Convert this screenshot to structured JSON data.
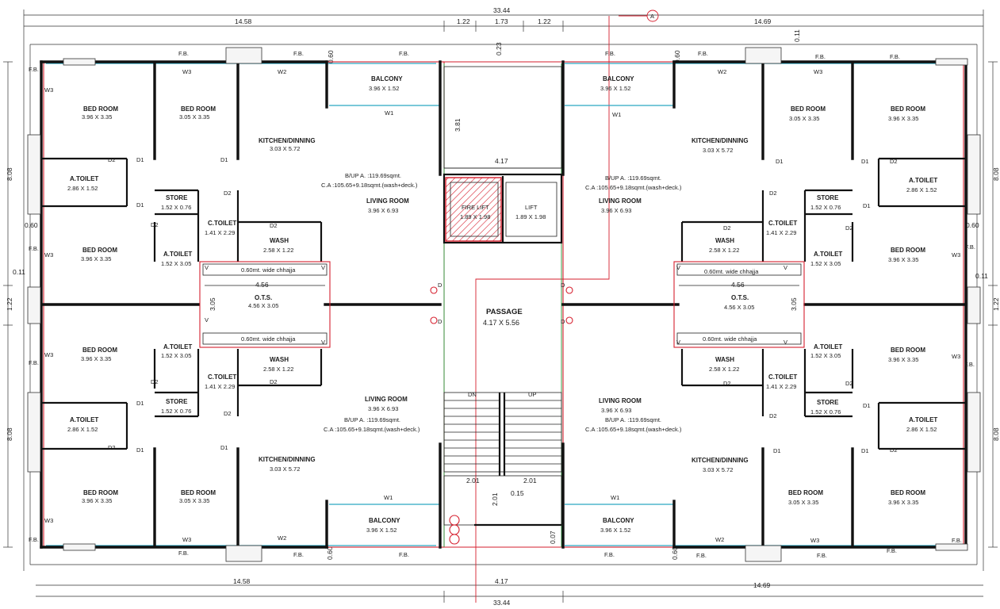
{
  "dims": {
    "top_total": "33.44",
    "top_left_width": "14.58",
    "top_core_a": "1.22",
    "top_core_b": "1.73",
    "top_core_c": "1.22",
    "top_right_width": "14.69",
    "top_011": "0.11",
    "top_023": "0.23",
    "left_upper": "8.08",
    "left_lower": "8.08",
    "left_060": "0.60",
    "left_011": "0.11",
    "left_122": "1.22",
    "right_upper": "8.08",
    "right_lower": "8.08",
    "right_060": "0.60",
    "right_011": "0.11",
    "right_122": "1.22",
    "bottom_total": "33.44",
    "bottom_left_width": "14.58",
    "bottom_core": "4.17",
    "bottom_right_width": "14.69",
    "shaft_height": "3.81",
    "lift_lobby_width": "4.17",
    "stair_left": "2.01",
    "stair_right": "2.01",
    "stair_gap": "0.15",
    "stair_depth": "2.01",
    "top_060_left": "0.60",
    "top_060_right": "0.60",
    "bottom_060_left": "0.60",
    "bottom_060_right": "0.60",
    "bottom_007": "0.07"
  },
  "grid_marker": "A",
  "rooms": {
    "tl_bed1": {
      "name": "BED ROOM",
      "size": "3.96 X 3.35"
    },
    "tl_bed2": {
      "name": "BED ROOM",
      "size": "3.05 X 3.35"
    },
    "tl_kitchen": {
      "name": "KITCHEN/DINNING",
      "size": "3.03 X 5.72"
    },
    "tl_balcony": {
      "name": "BALCONY",
      "size": "3.96 X 1.52"
    },
    "tl_atoilet": {
      "name": "A.TOILET",
      "size": "2.86 X 1.52"
    },
    "tl_store": {
      "name": "STORE",
      "size": "1.52 X 0.76"
    },
    "tl_ctoilet": {
      "name": "C.TOILET",
      "size": "1.41 X 2.29"
    },
    "tl_bua": {
      "name": "B/UP A. :119.69sqmt.",
      "size": "C.A :105.65+9.18sqmt.(wash+deck.)"
    },
    "tl_living": {
      "name": "LIVING ROOM",
      "size": "3.96 X 6.93"
    },
    "tl_bed3": {
      "name": "BED ROOM",
      "size": "3.96 X 3.35"
    },
    "tl_atoilet2": {
      "name": "A.TOILET",
      "size": "1.52 X 3.05"
    },
    "tl_wash": {
      "name": "WASH",
      "size": "2.58 X 1.22"
    },
    "bl_bed3": {
      "name": "BED ROOM",
      "size": "3.96 X 3.35"
    },
    "bl_atoilet2": {
      "name": "A.TOILET",
      "size": "1.52 X 3.05"
    },
    "bl_ctoilet": {
      "name": "C.TOILET",
      "size": "1.41 X 2.29"
    },
    "bl_wash": {
      "name": "WASH",
      "size": "2.58 X 1.22"
    },
    "bl_store": {
      "name": "STORE",
      "size": "1.52 X 0.76"
    },
    "bl_atoilet": {
      "name": "A.TOILET",
      "size": "2.86 X 1.52"
    },
    "bl_living": {
      "name": "LIVING ROOM",
      "size": "3.96 X 6.93"
    },
    "bl_bua": {
      "name": "B/UP A. :119.69sqmt.",
      "size": "C.A :105.65+9.18sqmt.(wash+deck.)"
    },
    "bl_kitchen": {
      "name": "KITCHEN/DINNING",
      "size": "3.03 X 5.72"
    },
    "bl_bed1": {
      "name": "BED ROOM",
      "size": "3.96 X 3.35"
    },
    "bl_bed2": {
      "name": "BED ROOM",
      "size": "3.05 X 3.35"
    },
    "bl_balcony": {
      "name": "BALCONY",
      "size": "3.96 X 1.52"
    },
    "tr_balcony": {
      "name": "BALCONY",
      "size": "3.96 X 1.52"
    },
    "tr_kitchen": {
      "name": "KITCHEN/DINNING",
      "size": "3.03 X 5.72"
    },
    "tr_bed2": {
      "name": "BED ROOM",
      "size": "3.05 X 3.35"
    },
    "tr_bed1": {
      "name": "BED ROOM",
      "size": "3.96 X 3.35"
    },
    "tr_bua": {
      "name": "B/UP A. :119.69sqmt.",
      "size": "C.A :105.65+9.18sqmt.(wash+deck.)"
    },
    "tr_living": {
      "name": "LIVING ROOM",
      "size": "3.96 X 6.93"
    },
    "tr_atoilet": {
      "name": "A.TOILET",
      "size": "2.86 X 1.52"
    },
    "tr_store": {
      "name": "STORE",
      "size": "1.52 X 0.76"
    },
    "tr_ctoilet": {
      "name": "C.TOILET",
      "size": "1.41 X 2.29"
    },
    "tr_wash": {
      "name": "WASH",
      "size": "2.58 X 1.22"
    },
    "tr_atoilet2": {
      "name": "A.TOILET",
      "size": "1.52 X 3.05"
    },
    "tr_bed3": {
      "name": "BED ROOM",
      "size": "3.96 X 3.35"
    },
    "br_atoilet2": {
      "name": "A.TOILET",
      "size": "1.52 X 3.05"
    },
    "br_bed3": {
      "name": "BED ROOM",
      "size": "3.96 X 3.35"
    },
    "br_wash": {
      "name": "WASH",
      "size": "2.58 X 1.22"
    },
    "br_ctoilet": {
      "name": "C.TOILET",
      "size": "1.41 X 2.29"
    },
    "br_store": {
      "name": "STORE",
      "size": "1.52 X 0.76"
    },
    "br_atoilet": {
      "name": "A.TOILET",
      "size": "2.86 X 1.52"
    },
    "br_living": {
      "name": "LIVING ROOM",
      "size": "3.96 X 6.93"
    },
    "br_bua": {
      "name": "B/UP A. :119.69sqmt.",
      "size": "C.A :105.65+9.18sqmt.(wash+deck.)"
    },
    "br_kitchen": {
      "name": "KITCHEN/DINNING",
      "size": "3.03 X 5.72"
    },
    "br_bed2": {
      "name": "BED ROOM",
      "size": "3.05 X 3.35"
    },
    "br_bed1": {
      "name": "BED ROOM",
      "size": "3.96 X 3.35"
    },
    "br_balcony": {
      "name": "BALCONY",
      "size": "3.96 X 1.52"
    },
    "ots_left": {
      "name": "O.T.S.",
      "size": "4.56 X 3.05",
      "dim": "4.56",
      "side": "3.05",
      "chhajja_top": "0.60mt. wide chhajja",
      "chhajja_bottom": "0.60mt. wide chhajja"
    },
    "ots_right": {
      "name": "O.T.S.",
      "size": "4.56 X 3.05",
      "dim": "4.56",
      "side": "3.05",
      "chhajja_top": "0.60mt. wide chhajja",
      "chhajja_bottom": "0.60mt. wide chhajja"
    },
    "fire_lift": {
      "name": "FIRE LIFT",
      "size": "1.89 X 1.98"
    },
    "lift": {
      "name": "LIFT",
      "size": "1.89 X 1.98"
    },
    "passage": {
      "name": "PASSAGE",
      "size": "4.17 X 5.56"
    }
  },
  "tags": {
    "fb": "F.B.",
    "w1": "W1",
    "w2": "W2",
    "w3": "W3",
    "d1": "D1",
    "d2": "D2",
    "d": "D",
    "v": "V",
    "dn": "DN",
    "up": "UP"
  }
}
